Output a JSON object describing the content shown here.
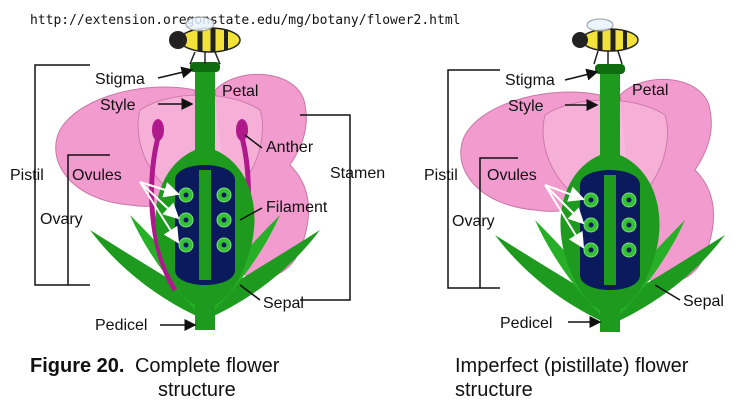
{
  "source_url": "http://extension.oregonstate.edu/mg/botany/flower2.html",
  "colors": {
    "petal": "#f29bcf",
    "green": "#1e9a1e",
    "dark_green": "#0f6d0f",
    "ovary_interior": "#0a1a5c",
    "anther": "#b0198c",
    "bee_yellow": "#f2e23a"
  },
  "complete_flower": {
    "labels": {
      "stigma": "Stigma",
      "style": "Style",
      "petal": "Petal",
      "anther": "Anther",
      "stamen": "Stamen",
      "pistil": "Pistil",
      "ovules": "Ovules",
      "filament": "Filament",
      "ovary": "Ovary",
      "sepal": "Sepal",
      "pedicel": "Pedicel"
    },
    "caption_bold": "Figure 20.",
    "caption_line1": "Complete flower",
    "caption_line2": "structure"
  },
  "imperfect_flower": {
    "labels": {
      "stigma": "Stigma",
      "style": "Style",
      "petal": "Petal",
      "pistil": "Pistil",
      "ovules": "Ovules",
      "ovary": "Ovary",
      "sepal": "Sepal",
      "pedicel": "Pedicel"
    },
    "caption_line1": "Imperfect (pistillate) flower",
    "caption_line2": "structure"
  }
}
